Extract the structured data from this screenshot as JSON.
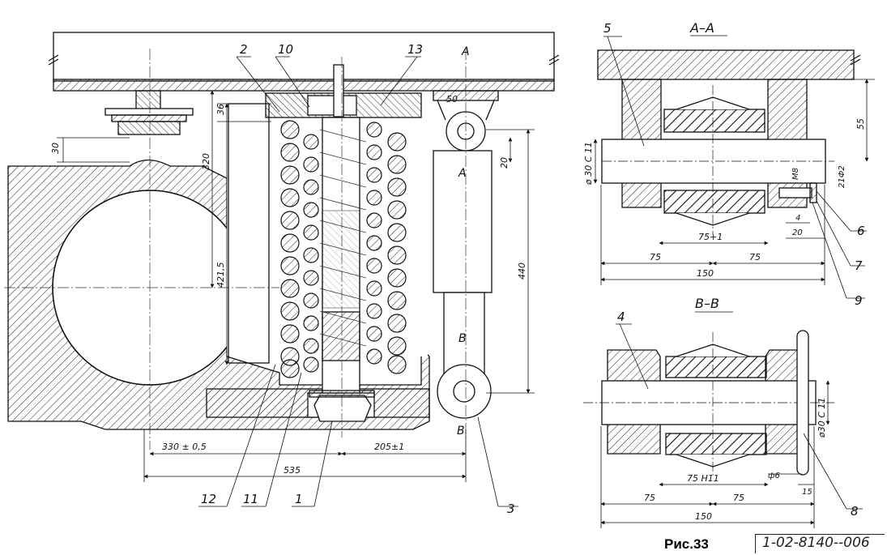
{
  "sections": {
    "aa": "A–A",
    "bb": "B–B"
  },
  "cut_marks": {
    "a_top": "A",
    "a_mid": "A",
    "b_mid": "B",
    "b_low": "B"
  },
  "callouts": [
    "2",
    "10",
    "13",
    "12",
    "11",
    "1",
    "3",
    "5",
    "6",
    "7",
    "9",
    "4",
    "8"
  ],
  "main_dims": {
    "d50": "50",
    "d36": "36",
    "d320": "320",
    "d30": "30",
    "d20": "20",
    "d4215": "421,5",
    "d440": "440",
    "d330": "330 ± 0,5",
    "d205": "205±1",
    "d535": "535"
  },
  "aa_dims": {
    "d55": "55",
    "dia": "ø 30 C 11",
    "m8": "M8",
    "d21": "21Ф2",
    "d4": "4",
    "d20": "20",
    "d751": "75+1",
    "d75a": "75",
    "d75b": "75",
    "d150": "150"
  },
  "bb_dims": {
    "dia": "ø30 C 11",
    "d75h11": "75 H11",
    "phi6": "ф6",
    "d15": "15",
    "d75a": "75",
    "d75b": "75",
    "d150": "150"
  },
  "figure_label": "Рис.33",
  "doc_number": "1-02-8140--006"
}
